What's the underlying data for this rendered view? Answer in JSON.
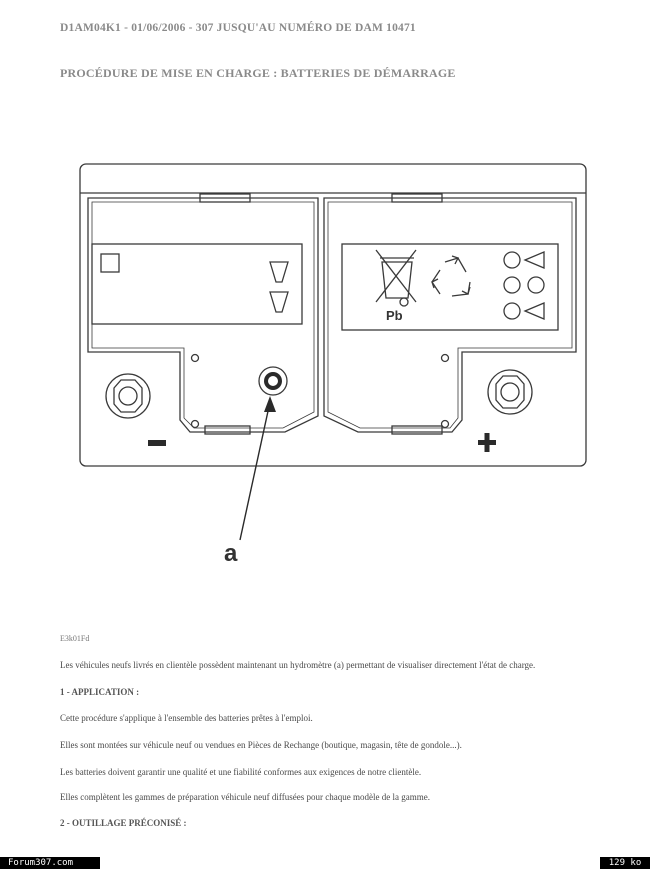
{
  "header": {
    "reference": "D1AM04K1 - 01/06/2006 - 307 JUSQU'AU NUMÉRO DE DAM 10471",
    "title": "PROCÉDURE DE MISE EN CHARGE : BATTERIES DE DÉMARRAGE"
  },
  "diagram": {
    "callout_label": "a",
    "negative_symbol": "−",
    "positive_symbol": "+",
    "pb_label": "Pb",
    "icons": [
      "battery-outline",
      "crossed-bin-icon",
      "recycle-icon",
      "hydrometer-eye"
    ]
  },
  "body": {
    "figure_ref": "E3k01Fd",
    "intro": "Les véhicules neufs livrés en clientèle possèdent maintenant un hydromètre (a) permettant de visualiser directement l'état de charge.",
    "section1_title": "1 - APPLICATION :",
    "para1": "Cette procédure s'applique à l'ensemble des batteries prêtes à l'emploi.",
    "para2": "Elles sont montées sur véhicule neuf ou vendues en Pièces de Rechange (boutique, magasin, tête de gondole...).",
    "para3": "Les batteries doivent garantir une qualité et une fiabilité conformes aux exigences de notre clientèle.",
    "para4": "Elles complètent les gammes de préparation véhicule neuf diffusées pour chaque modèle de la gamme.",
    "section2_title": "2 - OUTILLAGE PRÉCONISÉ :"
  },
  "footer": {
    "site": "Forum307.com",
    "size": "129 ko"
  }
}
